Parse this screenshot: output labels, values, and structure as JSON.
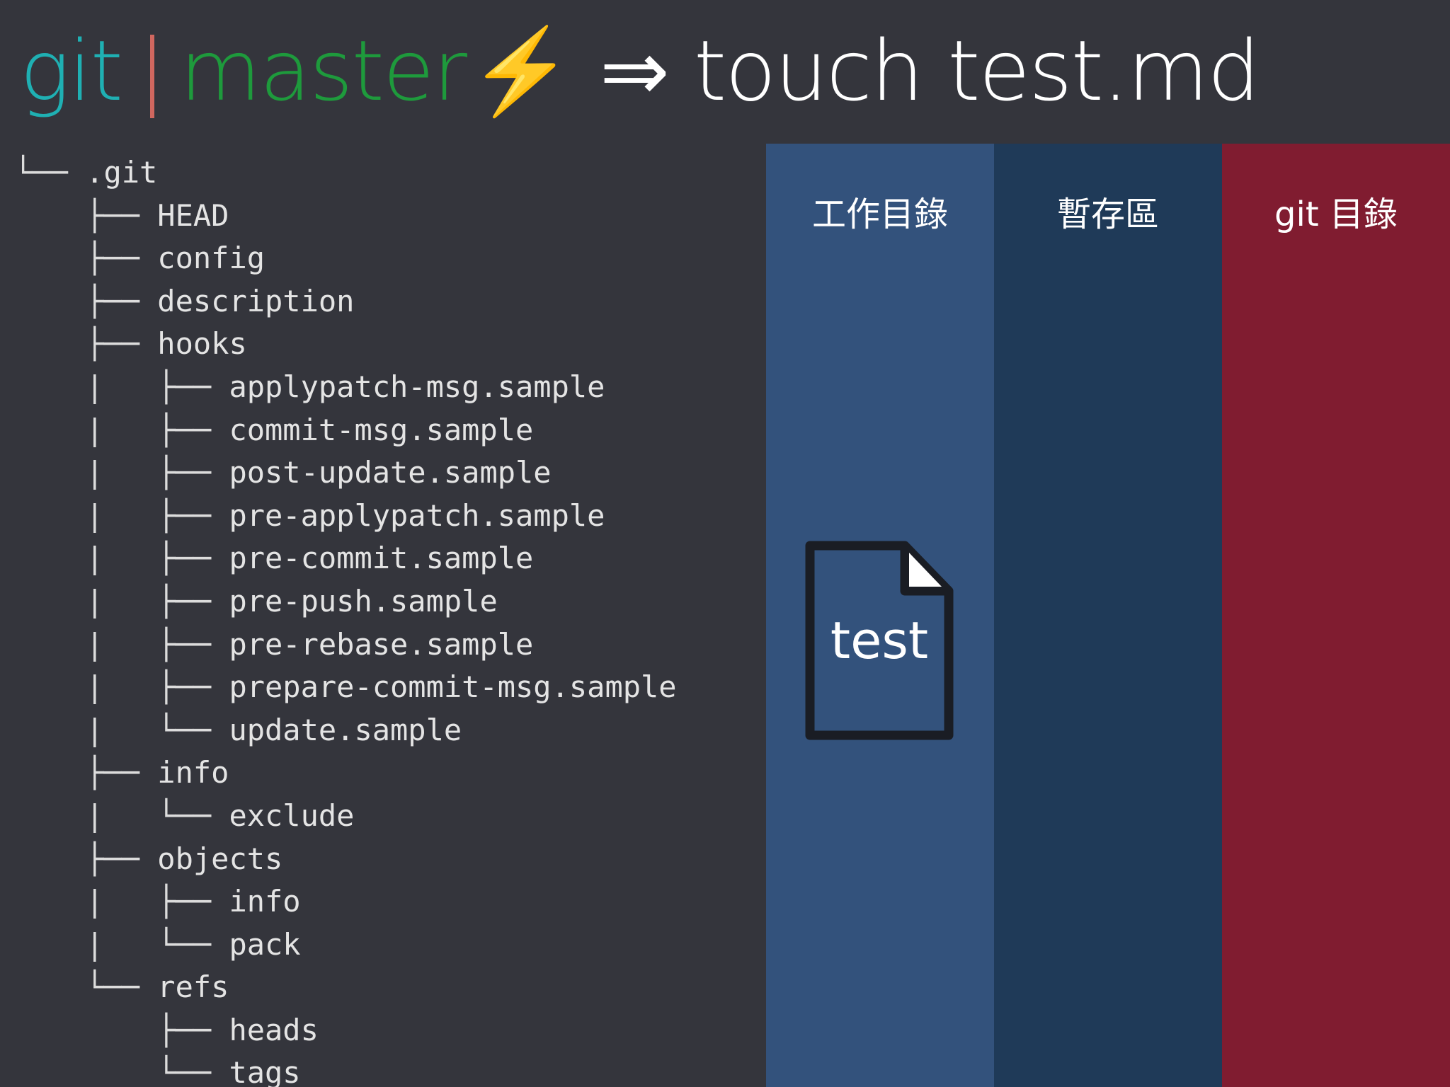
{
  "prompt": {
    "dir": "git",
    "branch": "master",
    "bolt": "⚡",
    "arrow": "⇒",
    "command": "touch test.md"
  },
  "tree": [
    {
      "prefix": "└── ",
      "name": ".git"
    },
    {
      "prefix": "    ├── ",
      "name": "HEAD"
    },
    {
      "prefix": "    ├── ",
      "name": "config"
    },
    {
      "prefix": "    ├── ",
      "name": "description"
    },
    {
      "prefix": "    ├── ",
      "name": "hooks"
    },
    {
      "prefix": "    |   ├── ",
      "name": "applypatch-msg.sample"
    },
    {
      "prefix": "    |   ├── ",
      "name": "commit-msg.sample"
    },
    {
      "prefix": "    |   ├── ",
      "name": "post-update.sample"
    },
    {
      "prefix": "    |   ├── ",
      "name": "pre-applypatch.sample"
    },
    {
      "prefix": "    |   ├── ",
      "name": "pre-commit.sample"
    },
    {
      "prefix": "    |   ├── ",
      "name": "pre-push.sample"
    },
    {
      "prefix": "    |   ├── ",
      "name": "pre-rebase.sample"
    },
    {
      "prefix": "    |   ├── ",
      "name": "prepare-commit-msg.sample"
    },
    {
      "prefix": "    |   └── ",
      "name": "update.sample"
    },
    {
      "prefix": "    ├── ",
      "name": "info"
    },
    {
      "prefix": "    |   └── ",
      "name": "exclude"
    },
    {
      "prefix": "    ├── ",
      "name": "objects"
    },
    {
      "prefix": "    |   ├── ",
      "name": "info"
    },
    {
      "prefix": "    |   └── ",
      "name": "pack"
    },
    {
      "prefix": "    └── ",
      "name": "refs"
    },
    {
      "prefix": "        ├── ",
      "name": "heads"
    },
    {
      "prefix": "        └── ",
      "name": "tags"
    }
  ],
  "areas": {
    "working": {
      "label": "工作目錄",
      "color": "#33527c"
    },
    "staging": {
      "label": "暫存區",
      "color": "#1f3a58"
    },
    "repo": {
      "label": "git 目錄",
      "color": "#801c30"
    }
  },
  "file": {
    "label": "test",
    "icon": "file-icon"
  }
}
